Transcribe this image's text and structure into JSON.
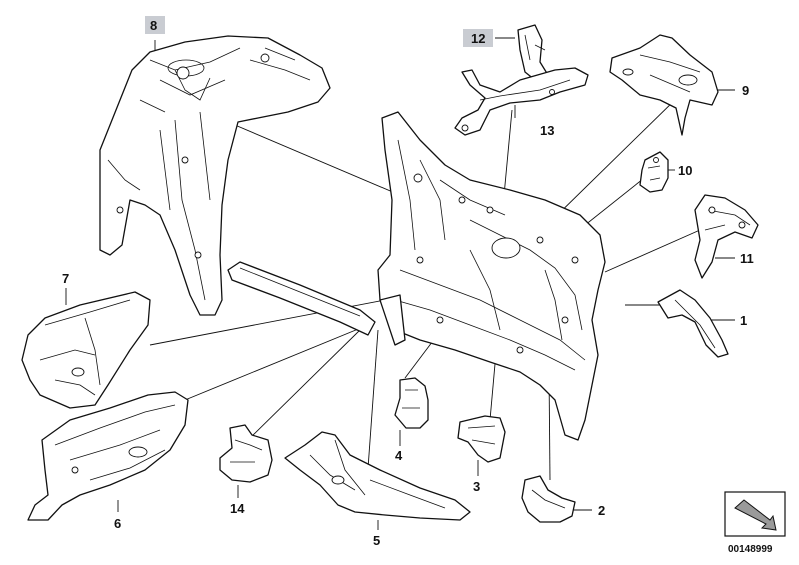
{
  "labels": {
    "p1": "1",
    "p2": "2",
    "p3": "3",
    "p4": "4",
    "p5": "5",
    "p6": "6",
    "p7": "7",
    "p8": "8",
    "p9": "9",
    "p10": "10",
    "p11": "11",
    "p12": "12",
    "p13": "13",
    "p14": "14"
  },
  "highlighted_labels": [
    "8",
    "12"
  ],
  "document_number": "00148999",
  "colors": {
    "line": "#111111",
    "highlight": "#c9ccd2",
    "background": "#ffffff"
  },
  "icons": {
    "nav_arrow": "arrow-icon"
  }
}
